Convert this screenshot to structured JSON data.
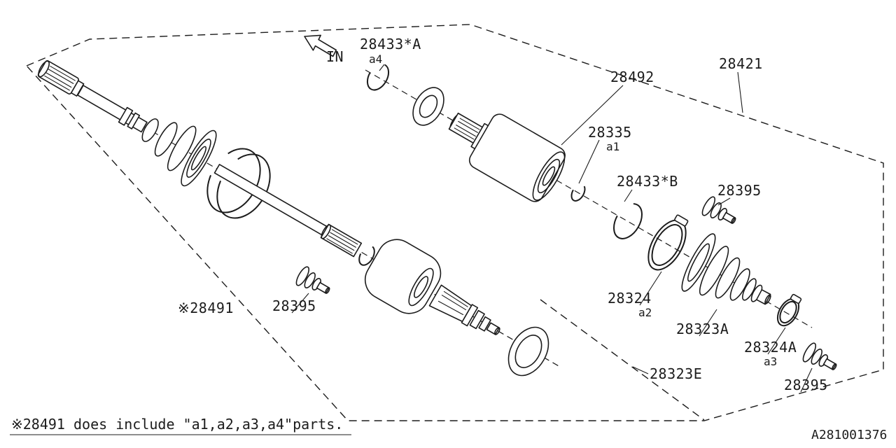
{
  "page": {
    "background": "#ffffff",
    "ink": "#1c1c1c",
    "doc_number": "A281001376",
    "footnote": "※28491 does include \"a1,a2,a3,a4\"parts.",
    "direction_label": "IN"
  },
  "labels": {
    "l28433A": "28433*A",
    "l28433A_sub": "a4",
    "l28492": "28492",
    "l28421": "28421",
    "l28335": "28335",
    "l28335_sub": "a1",
    "l28433B": "28433*B",
    "l28395_top": "28395",
    "l28491": "※28491",
    "l28395_left": "28395",
    "l28324": "28324",
    "l28324_sub": "a2",
    "l28323A": "28323A",
    "l28324A": "28324A",
    "l28324A_sub": "a3",
    "l28323E": "28323E",
    "l28395_bottom": "28395"
  }
}
